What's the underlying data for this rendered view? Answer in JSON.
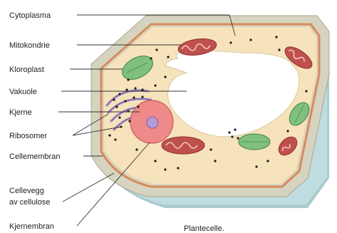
{
  "labels": [
    {
      "id": "cytoplasma",
      "text": "Cytoplasma"
    },
    {
      "id": "mitokondrie",
      "text": "Mitokondrie"
    },
    {
      "id": "kloroplast",
      "text": "Kloroplast"
    },
    {
      "id": "vakuole",
      "text": "Vakuole"
    },
    {
      "id": "kjerne",
      "text": "Kjerne"
    },
    {
      "id": "ribosomer",
      "text": "Ribosomer"
    },
    {
      "id": "cellemembran",
      "text": "Cellemembran"
    },
    {
      "id": "cellevegg1",
      "text": "Cellevegg"
    },
    {
      "id": "cellevegg2",
      "text": "av cellulose"
    },
    {
      "id": "kjernembran",
      "text": "Kjernembran"
    }
  ],
  "caption": "Plantecelle.",
  "colors": {
    "cell_wall_top": "#d6d4c0",
    "cell_wall_side": "#bfdde0",
    "membrane": "#d98a5a",
    "cytoplasm": "#f6e2bb",
    "vacuole": "#ffffff",
    "nucleus": "#f08a8a",
    "nucleolus": "#b79ad8",
    "mitochondria": "#c0504d",
    "chloroplast": "#7fc07f",
    "er": "#a58cc4"
  }
}
